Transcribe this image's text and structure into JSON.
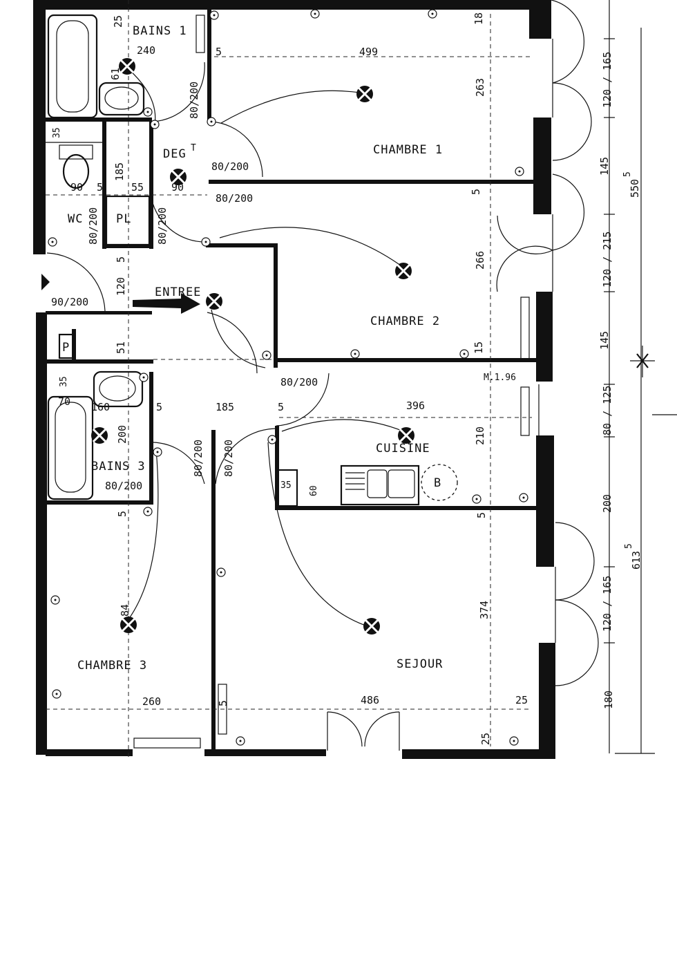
{
  "rooms": {
    "bains1": "BAINS 1",
    "chambre1": "CHAMBRE 1",
    "degt": "DEG",
    "degt_sup": "T",
    "wc": "WC",
    "pl": "PL",
    "chambre2": "CHAMBRE 2",
    "entree": "ENTREE",
    "p": "P",
    "cuisine": "CUISINE",
    "bains3": "BAINS 3",
    "chambre3": "CHAMBRE 3",
    "sejour": "SEJOUR",
    "b": "B"
  },
  "dimensions": {
    "d25a": "25",
    "d240": "240",
    "d61": "61",
    "d5a": "5",
    "d499": "499",
    "d18": "18",
    "d263": "263",
    "d80_200a": "80/200",
    "d35a": "35",
    "d185v": "185",
    "d90a": "90",
    "d5b": "5",
    "d55": "55",
    "d90b": "90",
    "d80_200b": "80/200",
    "d80_200c": "80/200",
    "d5c": "5",
    "d80_200d": "80/200",
    "d80_200e": "80/200",
    "d5d": "5",
    "d120": "120",
    "d266": "266",
    "d90_200": "90/200",
    "d51": "51",
    "d15": "15",
    "d80_200f": "80/200",
    "d35b": "35",
    "d70": "70",
    "d160": "160",
    "d5e": "5",
    "d185h": "185",
    "d5f": "5",
    "d396": "396",
    "d200v": "200",
    "d80_200g": "80/200",
    "d80_200h": "80/200",
    "d210": "210",
    "d35c": "35",
    "d60": "60",
    "d80_200i": "80/200",
    "d5g": "5",
    "d5h": "5",
    "d84": "84",
    "d374": "374",
    "d260": "260",
    "d5i": "5",
    "d486": "486",
    "d25b": "25",
    "d25c": "25",
    "note": "M.1.96"
  },
  "right_dims": {
    "r120_165a": "120 / 165",
    "r145a": "145",
    "r550": "550",
    "r550_sup": "5",
    "r120_215": "120 / 215",
    "r145b": "145",
    "r80_125": "80 / 125",
    "r200": "200",
    "r613": "613",
    "r613_sup": "5",
    "r120_165b": "120 / 165",
    "r180": "180"
  },
  "icons": [
    "ceiling-light-icon",
    "socket-icon",
    "north-arrow-icon",
    "entrance-arrow-icon"
  ]
}
